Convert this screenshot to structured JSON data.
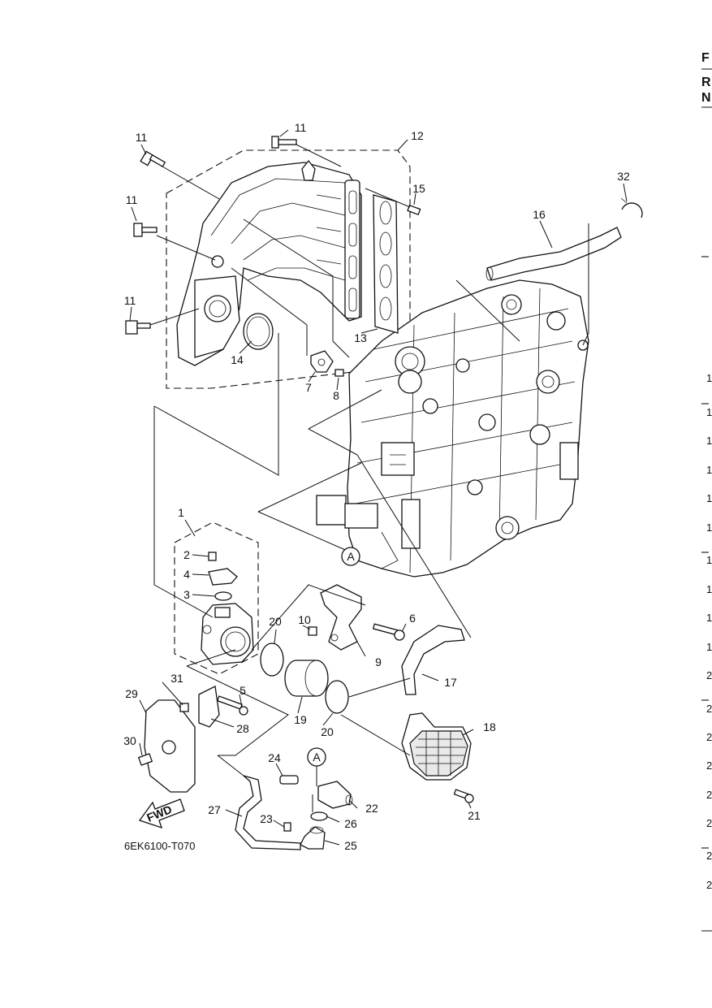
{
  "figure_code": "6EK6100-T070",
  "fwd_label": "FWD",
  "connector_label": "A",
  "callouts": {
    "c1": "1",
    "c2": "2",
    "c3": "3",
    "c4": "4",
    "c5": "5",
    "c6": "6",
    "c7": "7",
    "c8": "8",
    "c9": "9",
    "c10": "10",
    "c11a": "11",
    "c11b": "11",
    "c11c": "11",
    "c11d": "11",
    "c12": "12",
    "c13": "13",
    "c14": "14",
    "c15": "15",
    "c16": "16",
    "c17": "17",
    "c18": "18",
    "c19": "19",
    "c20a": "20",
    "c20b": "20",
    "c21": "21",
    "c22": "22",
    "c23": "23",
    "c24": "24",
    "c25": "25",
    "c26": "26",
    "c27": "27",
    "c28": "28",
    "c29": "29",
    "c30": "30",
    "c31": "31",
    "c32": "32"
  },
  "right_edge": {
    "header_letters": [
      "F",
      "R",
      "N"
    ],
    "row_marks": [
      "1",
      "1",
      "1",
      "1",
      "1",
      "1",
      "1",
      "1",
      "1",
      "1",
      "2",
      "2",
      "2",
      "2",
      "2",
      "2",
      "2",
      "2"
    ]
  }
}
